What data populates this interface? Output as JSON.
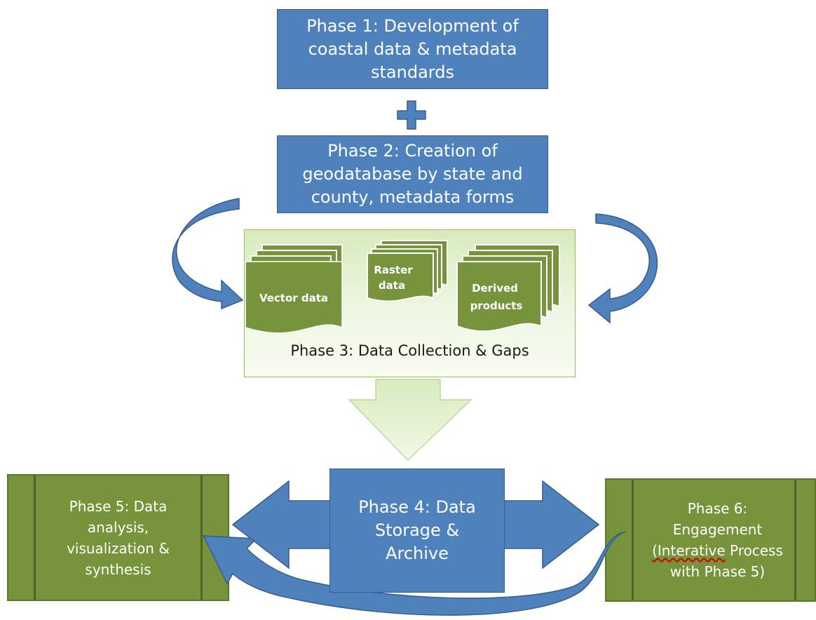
{
  "phase1": {
    "text": "Phase 1: Development of coastal data & metadata standards"
  },
  "phase2": {
    "text": "Phase 2: Creation of geodatabase by state and county, metadata forms"
  },
  "phase3": {
    "label": "Phase 3: Data Collection & Gaps",
    "documents": [
      {
        "label_line1": "Vector data",
        "label_line2": ""
      },
      {
        "label_line1": "Raster",
        "label_line2": "data"
      },
      {
        "label_line1": "Derived",
        "label_line2": "products"
      }
    ]
  },
  "phase4": {
    "text": "Phase 4: Data Storage & Archive"
  },
  "phase5": {
    "text": "Phase 5: Data analysis, visualization & synthesis"
  },
  "phase6": {
    "line1": "Phase 6:",
    "line2": "Engagement",
    "line3_underlined": "(Interative",
    "line3_rest": " Process",
    "line4": "with Phase 5)"
  },
  "colors": {
    "blue": "#4f81bd",
    "green": "#77933c",
    "light_green": "#d7ebbc",
    "arrow_green": "#e9f6d3"
  }
}
